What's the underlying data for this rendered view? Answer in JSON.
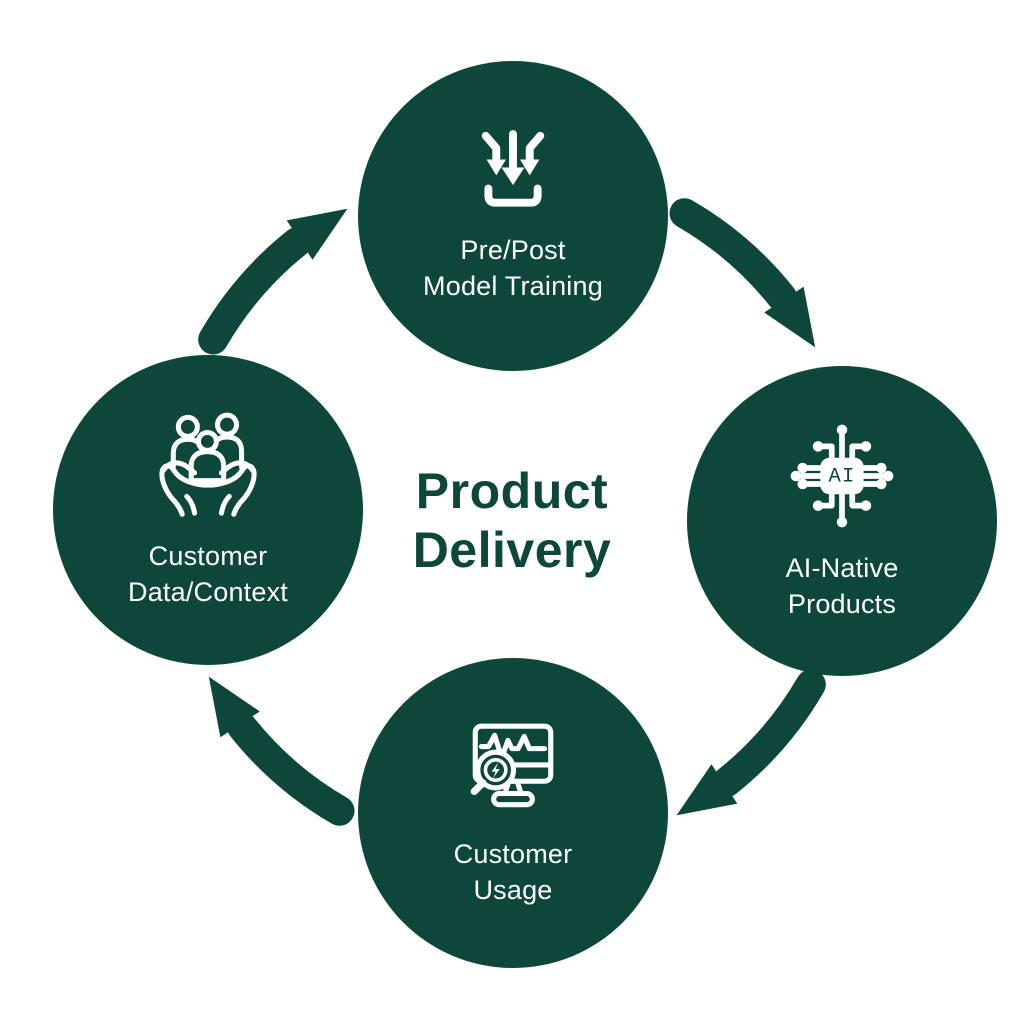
{
  "diagram": {
    "type": "cycle",
    "direction": "clockwise",
    "title": "Product\nDelivery",
    "nodes": [
      {
        "position": "top",
        "label": "Pre/Post\nModel Training",
        "icon": "ingest-arrows-icon"
      },
      {
        "position": "right",
        "label": "AI-Native\nProducts",
        "icon": "ai-chip-icon",
        "chip_text": "AI"
      },
      {
        "position": "bottom",
        "label": "Customer\nUsage",
        "icon": "usage-analytics-monitor-icon"
      },
      {
        "position": "left",
        "label": "Customer\nData/Context",
        "icon": "people-in-hands-icon"
      }
    ],
    "connections": [
      "Customer Data/Context → Pre/Post Model Training",
      "Pre/Post Model Training → AI-Native Products",
      "AI-Native Products → Customer Usage",
      "Customer Usage → Customer Data/Context"
    ],
    "colors": {
      "primary_green": "#0d463a",
      "background": "#ffffff",
      "icon_and_label": "#ffffff"
    }
  }
}
